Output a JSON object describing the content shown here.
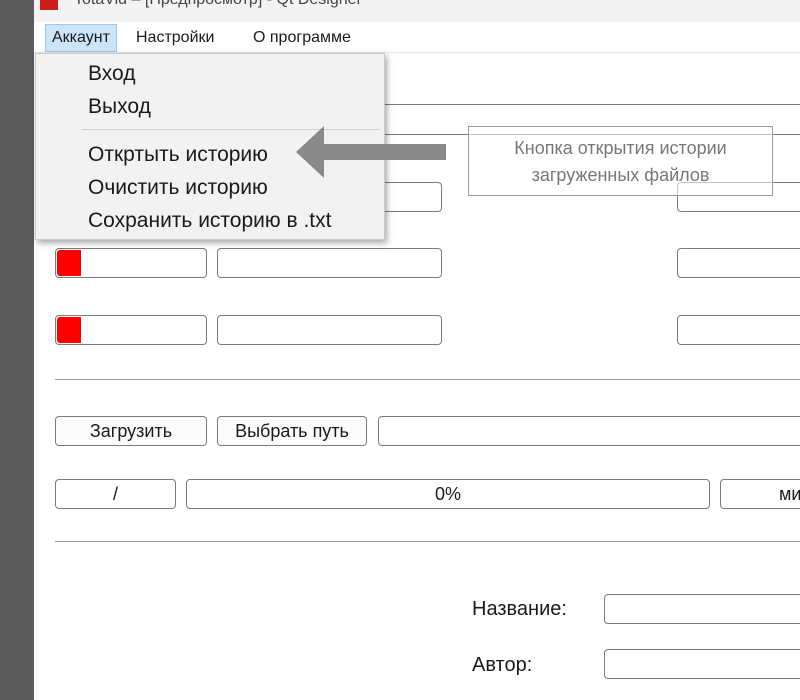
{
  "window": {
    "title": "TotaVid – [Предпросмотр] - Qt Designer",
    "accent": "#d21b1b"
  },
  "menubar": {
    "items": [
      "Аккаунт",
      "Настройки",
      "О программе"
    ]
  },
  "account_menu": {
    "items": [
      "Вход",
      "Выход",
      "Откртыть историю",
      "Очистить историю",
      "Сохранить историю в .txt"
    ]
  },
  "annotation": {
    "text": "Кнопка открытия истории загруженных файлов"
  },
  "download": {
    "load_label": "Загрузить",
    "choose_path_label": "Выбрать путь",
    "counter": "/",
    "progress_text": "0%",
    "progress_value": 0,
    "time_text": "ми"
  },
  "metadata": {
    "title_label": "Название:",
    "author_label": "Автор:"
  },
  "colors": {
    "indicator": "#ff0000",
    "menu_highlight": "#cce4f7"
  }
}
